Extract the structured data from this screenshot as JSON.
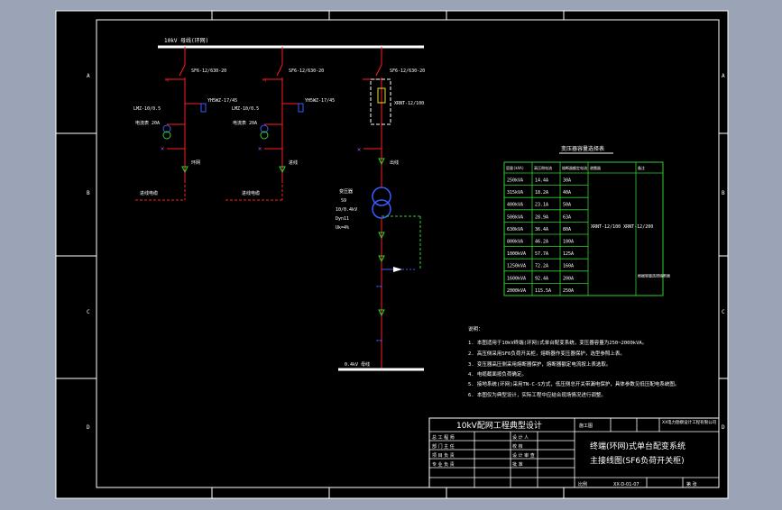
{
  "colors": {
    "background": "#9aa4b6",
    "sheet": "#000000",
    "line": "#ffffff",
    "phase": "#ff2020",
    "accent_green": "#30d030",
    "accent_blue": "#3a5cff",
    "accent_yellow": "#e8e020",
    "accent_purple": "#b050ff"
  },
  "border": {
    "left_marks": [
      "A",
      "B",
      "C",
      "D"
    ],
    "right_marks": [
      "A",
      "B",
      "C",
      "D"
    ]
  },
  "schematic": {
    "busbar_label": "10kV 母线(环网)",
    "feeders": [
      {
        "switch_label": "SF6-12/630-20",
        "ct_label": "LMZ-10/0.5",
        "arrester_label": "YH5WZ-17/45",
        "meter_label": "电流表 20A",
        "cable_label": "进线电缆",
        "dir_label": "环网"
      },
      {
        "switch_label": "SF6-12/630-20",
        "ct_label": "LMZ-10/0.5",
        "arrester_label": "YH5WZ-17/45",
        "meter_label": "电流表 20A",
        "cable_label": "进线电缆",
        "dir_label": "进线"
      },
      {
        "switch_label": "SF6-12/630-20",
        "ct_label": "",
        "arrester_label": "",
        "meter_label": "",
        "cable_label": "",
        "dir_label": "出线"
      }
    ],
    "fuse_label": "XRNT-12/100",
    "transformer_label": "变压器",
    "transformer_specs": [
      "S9",
      "10/0.4kV",
      "Dyn11",
      "Uk=4%"
    ],
    "lv_bus_label": "0.4kV 母线"
  },
  "selection_table": {
    "title": "变压器容量选择表",
    "headers": [
      "容量(kVA)",
      "高压侧电流",
      "熔断器额定电流",
      "避雷器",
      "备注"
    ],
    "rows": [
      [
        "250kVA",
        "14.4A",
        "30A"
      ],
      [
        "315kVA",
        "18.2A",
        "40A"
      ],
      [
        "400kVA",
        "23.1A",
        "50A"
      ],
      [
        "500kVA",
        "28.9A",
        "63A"
      ],
      [
        "630kVA",
        "36.4A",
        "80A"
      ],
      [
        "800kVA",
        "46.2A",
        "100A"
      ],
      [
        "1000kVA",
        "57.7A",
        "125A"
      ],
      [
        "1250kVA",
        "72.2A",
        "160A"
      ],
      [
        "1600kVA",
        "92.4A",
        "200A"
      ],
      [
        "2000kVA",
        "115.5A",
        "250A"
      ]
    ],
    "merged_fuse_spec": "XRNT-12/100 XRNT-12/200",
    "merged_note": "根据容量选择熔断器"
  },
  "notes": {
    "title": "说明：",
    "items": [
      "1. 本图适用于10kV终端(环网)式单台配变系统，变压器容量为250~2000kVA。",
      "2. 高压侧采用SF6负荷开关柜，熔断器作变压器保护，选型参照上表。",
      "3. 变压器高压侧采用熔断器保护，熔断器额定电流按上表选取。",
      "4. 电缆截面按负荷确定。",
      "5. 接地系统(环网)采用TN-C-S方式，低压侧总开关带漏电保护，具体参数见低压配电系统图。",
      "6. 本图仅为典型设计，实际工程中应结合现场情况进行调整。"
    ]
  },
  "title_block": {
    "project": "10kV配网工程典型设计",
    "stage_label": "施工图",
    "stage_value": "",
    "company": "XX电力勘察设计工程有限公司",
    "roles": [
      "总 工 程 师",
      "部 门 主 任",
      "项 目 负 责",
      "专 业 负 责"
    ],
    "roles2": [
      "设 计 人",
      "校 核",
      "设 计 审 查",
      "批 准"
    ],
    "drawing_title_1": "终端(环网)式单台配变系统",
    "drawing_title_2": "主接线图(SF6负荷开关柜)",
    "drawing_no": "XX-D-01-07",
    "sheet_label": "第 张",
    "scale_label": "比例"
  }
}
